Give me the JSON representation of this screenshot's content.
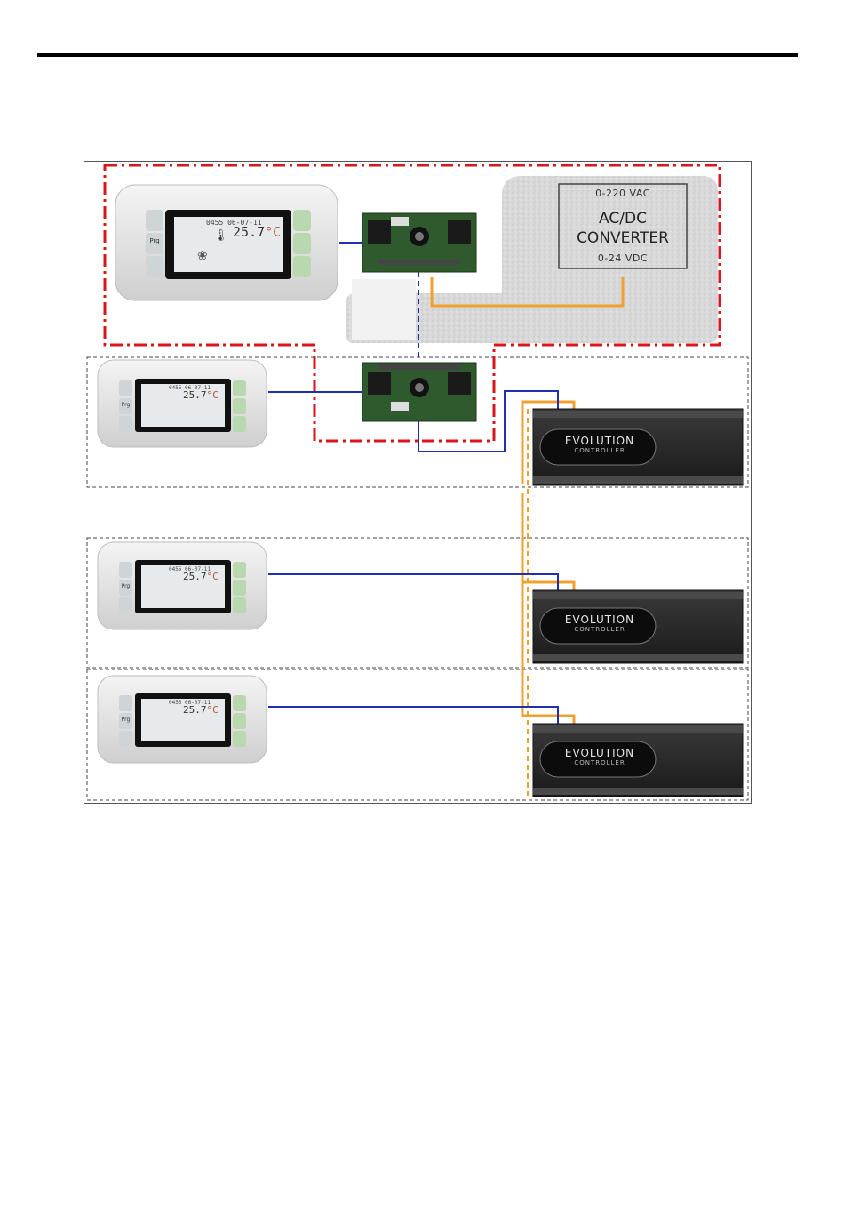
{
  "converter": {
    "input_label": "0-220 VAC",
    "title_line1": "AC/DC",
    "title_line2": "CONVERTER",
    "output_label": "0-24 VDC"
  },
  "terminal": {
    "display_header": "0455 06-07-11",
    "display_temperature": "25.7",
    "display_unit": "°C",
    "prg_label": "Prg"
  },
  "controller": {
    "brand_main": "EVOLUTION",
    "brand_sub": "CONTROLLER"
  },
  "colors": {
    "data_line": "#1f2fb0",
    "power_line": "#f0a030",
    "boundary_red": "#d8161e",
    "terminal_body": "#e8e8e8",
    "controller_body": "#2a2a2a",
    "pcb_green": "#2e5a2e"
  }
}
